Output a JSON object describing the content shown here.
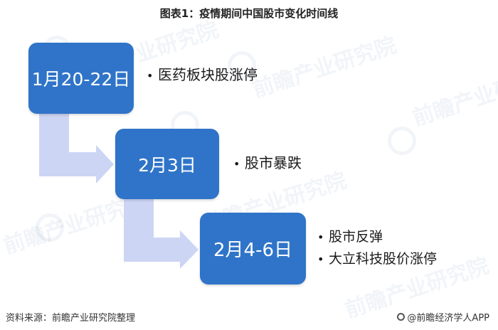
{
  "title": "图表1：疫情期间中国股市变化时间线",
  "watermark_text": "前瞻产业研究院",
  "timeline": [
    {
      "date": "1月20-22日",
      "events": [
        "医药板块股涨停"
      ]
    },
    {
      "date": "2月3日",
      "events": [
        "股市暴跌"
      ]
    },
    {
      "date": "2月4-6日",
      "events": [
        "股市反弹",
        "大立科技股价涨停"
      ]
    }
  ],
  "footer": {
    "source": "资料来源：前瞻产业研究院整理",
    "brand": "@前瞻经济学人APP"
  },
  "colors": {
    "box": "#2f74c8",
    "arrow": "#cdd5f5"
  }
}
